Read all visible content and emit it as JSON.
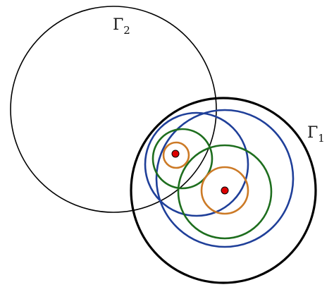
{
  "diagram": {
    "labels": {
      "gamma1": {
        "symbol": "Γ",
        "subscript": "1"
      },
      "gamma2": {
        "symbol": "Γ",
        "subscript": "2"
      }
    },
    "colors": {
      "outline": "#000000",
      "blue": "#1f3f99",
      "green": "#1e6e1e",
      "orange": "#cc7a26",
      "point": "#dd0000"
    }
  }
}
